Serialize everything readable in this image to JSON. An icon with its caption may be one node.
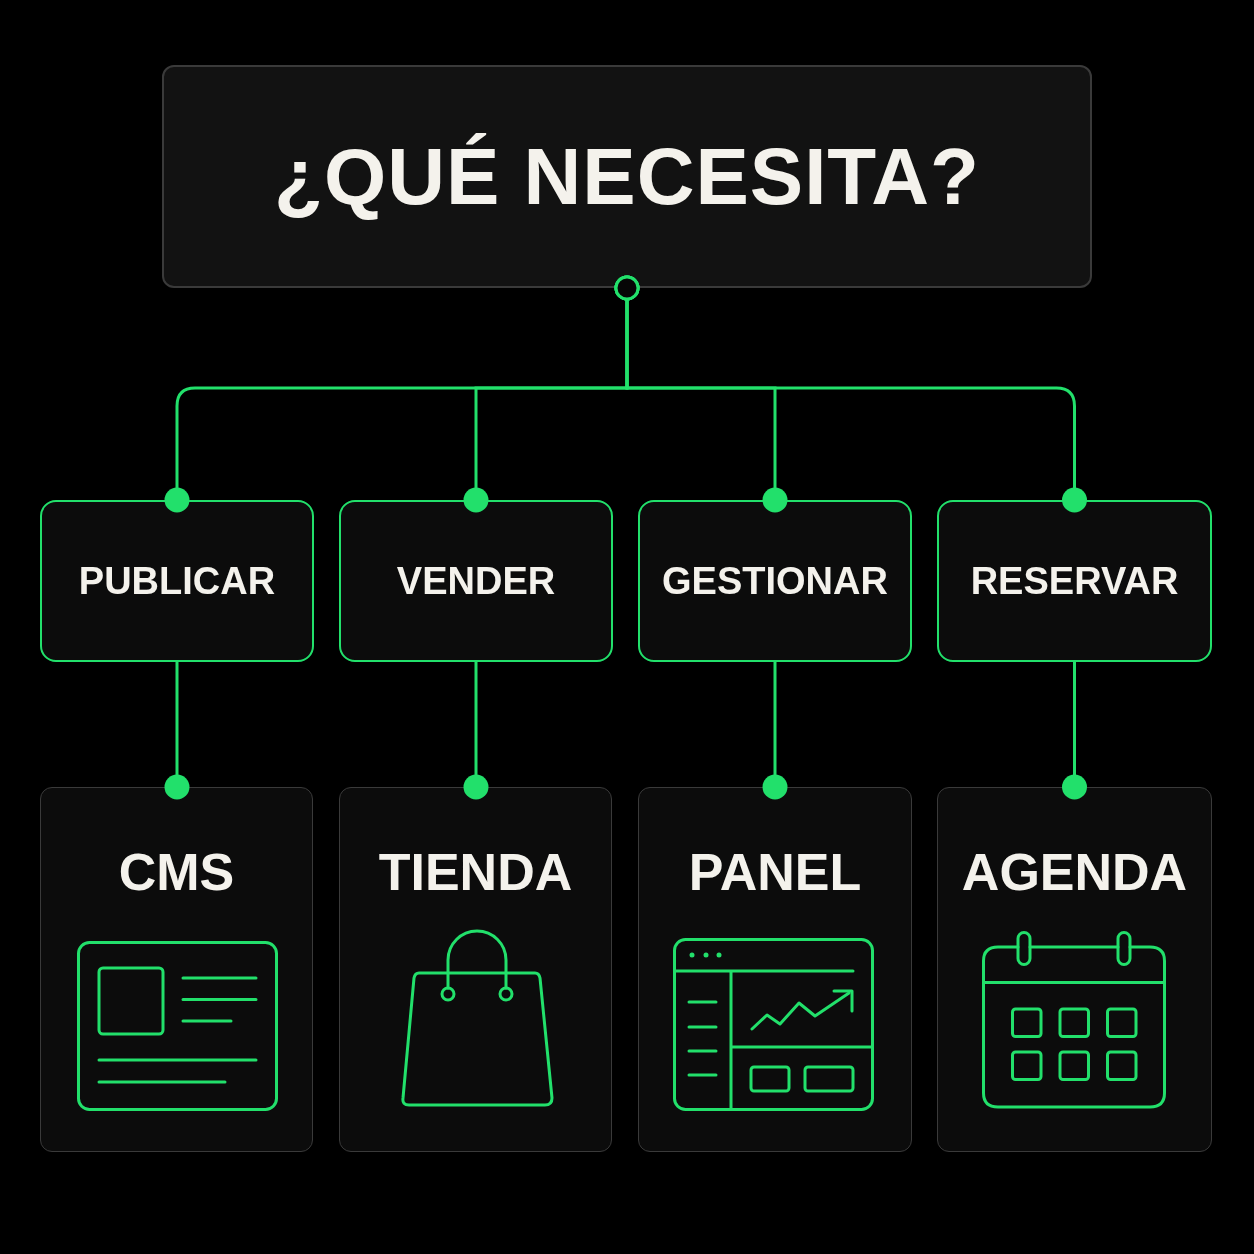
{
  "diagram": {
    "nodes": [
      {
        "text": [
          "¿QUÉ NECESITA?"
        ]
      },
      {
        "text": [
          "PUBLICAR"
        ]
      },
      {
        "text": [
          "VENDER"
        ]
      },
      {
        "text": [
          "GESTIONAR"
        ]
      },
      {
        "text": [
          "RESERVAR"
        ]
      },
      {
        "text": [
          "CMS"
        ]
      },
      {
        "text": [
          "TIENDA"
        ]
      },
      {
        "text": [
          "PANEL"
        ]
      },
      {
        "text": [
          "AGENDA"
        ]
      }
    ],
    "edges": [
      {
        "from": 0,
        "to": 1,
        "arrow": "other"
      },
      {
        "from": 0,
        "to": 2,
        "arrow": "other"
      },
      {
        "from": 0,
        "to": 3,
        "arrow": "other"
      },
      {
        "from": 0,
        "to": 4,
        "arrow": "other"
      },
      {
        "from": 1,
        "to": 5,
        "arrow": "other"
      },
      {
        "from": 2,
        "to": 6,
        "arrow": "other"
      },
      {
        "from": 3,
        "to": 7,
        "arrow": "other"
      },
      {
        "from": 4,
        "to": 8,
        "arrow": "other"
      }
    ]
  }
}
